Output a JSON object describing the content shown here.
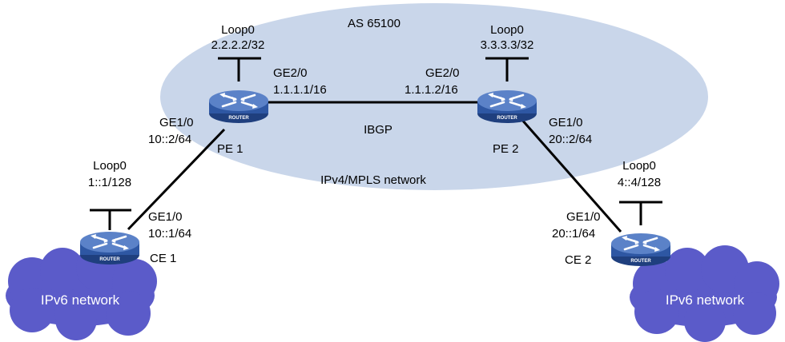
{
  "as_label": "AS 65100",
  "core_network_label": "IPv4/MPLS network",
  "ibgp_label": "IBGP",
  "router_badge": "ROUTER",
  "colors": {
    "core_ellipse": "#c9d6ea",
    "cloud": "#5b5bc9",
    "router_body": "#2e57a3",
    "router_top": "#5b82c8"
  },
  "routers": {
    "pe1": {
      "name": "PE 1",
      "loopback_label": "Loop0",
      "loopback_ip": "2.2.2.2/32",
      "core_if": "GE2/0",
      "core_ip": "1.1.1.1/16",
      "edge_if": "GE1/0",
      "edge_ip": "10::2/64"
    },
    "pe2": {
      "name": "PE 2",
      "loopback_label": "Loop0",
      "loopback_ip": "3.3.3.3/32",
      "core_if": "GE2/0",
      "core_ip": "1.1.1.2/16",
      "edge_if": "GE1/0",
      "edge_ip": "20::2/64"
    },
    "ce1": {
      "name": "CE 1",
      "loopback_label": "Loop0",
      "loopback_ip": "1::1/128",
      "if": "GE1/0",
      "ip": "10::1/64",
      "network": "IPv6 network"
    },
    "ce2": {
      "name": "CE 2",
      "loopback_label": "Loop0",
      "loopback_ip": "4::4/128",
      "if": "GE1/0",
      "ip": "20::1/64",
      "network": "IPv6 network"
    }
  }
}
